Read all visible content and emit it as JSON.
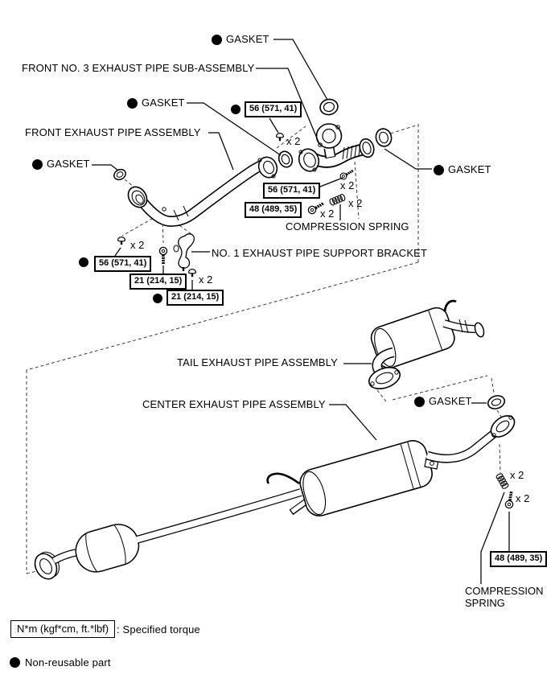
{
  "diagram": {
    "labels": {
      "gasket": "GASKET",
      "front_no3": "FRONT NO. 3 EXHAUST PIPE SUB-ASSEMBLY",
      "front_assembly": "FRONT EXHAUST PIPE ASSEMBLY",
      "compression_spring": "COMPRESSION SPRING",
      "no1_bracket": "NO. 1 EXHAUST PIPE SUPPORT BRACKET",
      "tail_assembly": "TAIL EXHAUST PIPE ASSEMBLY",
      "center_assembly": "CENTER EXHAUST PIPE ASSEMBLY",
      "compression_line1": "COMPRESSION",
      "compression_line2": "SPRING",
      "x2": "x 2"
    },
    "torques": {
      "t56": "56 (571, 41)",
      "t48": "48 (489, 35)",
      "t21": "21 (214, 15)"
    },
    "legend": {
      "unit_box": "N*m (kgf*cm, ft.*lbf)",
      "unit_desc": ": Specified torque",
      "nonreusable": "Non-reusable part"
    },
    "colors": {
      "ink": "#000000",
      "bg": "#ffffff"
    }
  }
}
